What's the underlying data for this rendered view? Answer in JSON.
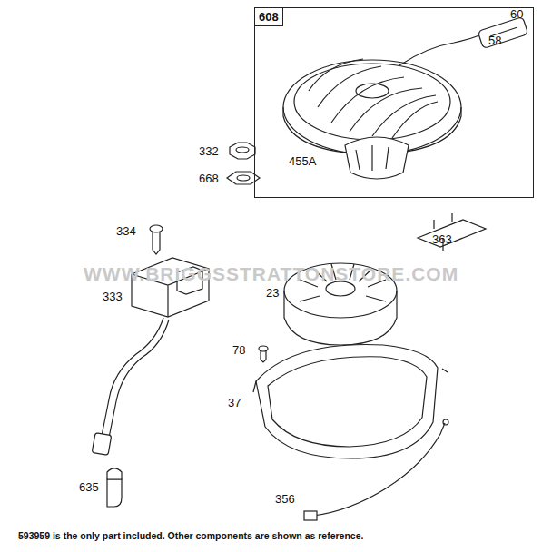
{
  "diagram": {
    "caption": "593959 is the only part included. Other components are shown as reference.",
    "nodes": [
      {
        "text": [
          "608"
        ]
      }
    ],
    "labels": [
      "60",
      "58",
      "455A",
      "332",
      "668",
      "334",
      "363",
      "333",
      "23",
      "78",
      "37",
      "635",
      "356",
      "WWW.BRIGGSSTRATTONSTORE.COM"
    ]
  }
}
